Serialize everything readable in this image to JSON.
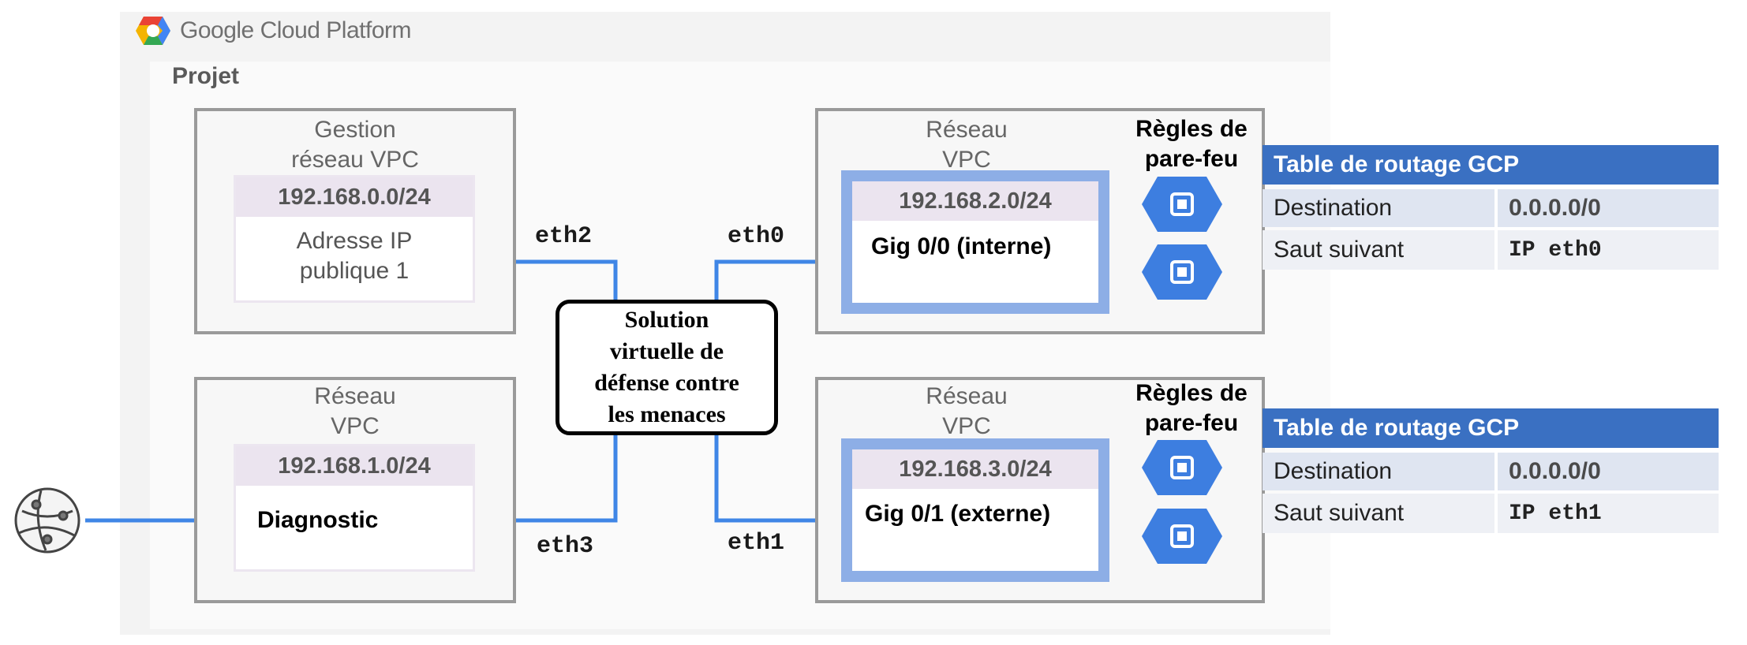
{
  "brand": {
    "name": "Google Cloud Platform"
  },
  "project": {
    "label": "Projet"
  },
  "mgmt_vpc": {
    "title_line1": "Gestion",
    "title_line2": "réseau VPC",
    "subnet": "192.168.0.0/24",
    "content_line1": "Adresse IP",
    "content_line2": "publique 1"
  },
  "diag_vpc": {
    "title_line1": "Réseau",
    "title_line2": "VPC",
    "subnet": "192.168.1.0/24",
    "content": "Diagnostic"
  },
  "inside_vpc": {
    "title_line1": "Réseau",
    "title_line2": "VPC",
    "subnet": "192.168.2.0/24",
    "interface": "Gig 0/0 (interne)"
  },
  "outside_vpc": {
    "title_line1": "Réseau",
    "title_line2": "VPC",
    "subnet": "192.168.3.0/24",
    "interface": "Gig 0/1 (externe)"
  },
  "center": {
    "line1": "Solution",
    "line2": "virtuelle de",
    "line3": "défense contre",
    "line4": "les menaces"
  },
  "interfaces": {
    "eth0": "eth0",
    "eth1": "eth1",
    "eth2": "eth2",
    "eth3": "eth3"
  },
  "firewall_top": {
    "line1": "Règles de",
    "line2": "pare-feu"
  },
  "firewall_bottom": {
    "line1": "Règles de",
    "line2": "pare-feu"
  },
  "route_table_top": {
    "header": "Table de routage GCP",
    "row1_label": "Destination",
    "row1_value": "0.0.0.0/0",
    "row2_label": "Saut suivant",
    "row2_value": "IP eth0"
  },
  "route_table_bottom": {
    "header": "Table de routage GCP",
    "row1_label": "Destination",
    "row1_value": "0.0.0.0/0",
    "row2_label": "Saut suivant",
    "row2_value": "IP eth1"
  },
  "colors": {
    "connector": "#3f86e6",
    "route_header": "#3a70c2",
    "subnet_border": "#8daee6",
    "instance_icon": "#3d7ee0"
  },
  "icons": {
    "brand": "google-cloud-logo-icon",
    "instance": "compute-instance-icon",
    "external": "globe-icon"
  }
}
